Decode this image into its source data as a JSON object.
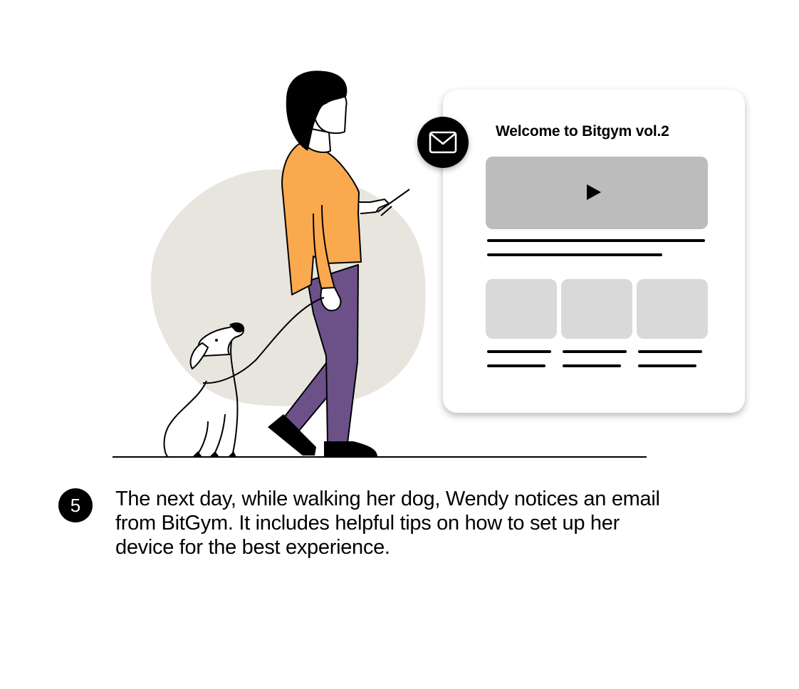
{
  "email": {
    "title": "Welcome to Bitgym vol.2"
  },
  "step": {
    "number": "5",
    "text": "The next day, while walking her dog, Wendy notices an email from BitGym. It includes helpful tips on how to set up her device for the best experience."
  },
  "icons": {
    "envelope": "mail-icon",
    "play": "play-icon"
  },
  "colors": {
    "sweater": "#FBA94F",
    "pants": "#6C5189",
    "background_blob": "#E8E5DE",
    "video_placeholder": "#BCBCBC",
    "thumbnail_placeholder": "#D9D9D9"
  }
}
